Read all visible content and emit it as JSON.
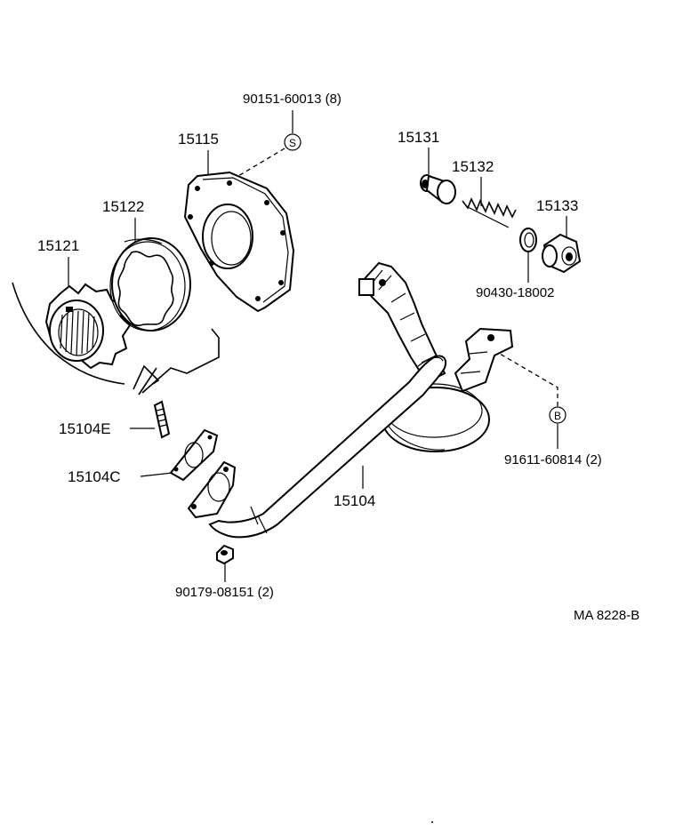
{
  "parts": {
    "p90151": "90151-60013 (8)",
    "p15115": "15115",
    "p15122": "15122",
    "p15121": "15121",
    "p15131": "15131",
    "p15132": "15132",
    "p15133": "15133",
    "p90430": "90430-18002",
    "p15104E": "15104E",
    "p15104C": "15104C",
    "p15104": "15104",
    "p91611": "91611-60814 (2)",
    "p90179": "90179-08151 (2)"
  },
  "symbols": {
    "s_mark": "S",
    "b_mark": "B"
  },
  "diagram_code": "MA  8228-B"
}
